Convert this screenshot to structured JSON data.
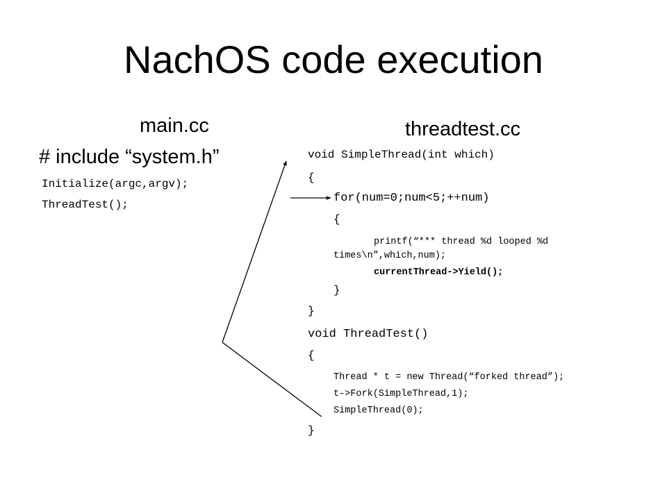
{
  "slide": {
    "title": "NachOS code execution",
    "main": {
      "heading": "main.cc",
      "include": "# include “system.h”",
      "lines": [
        "Initialize(argc,argv);",
        "ThreadTest();"
      ]
    },
    "threadtest": {
      "heading": "threadtest.cc",
      "lines": [
        "void SimpleThread(int which)",
        "{",
        "for(num=0;num<5;++num)",
        "{",
        "printf(“*** thread %d looped %d",
        "times\\n”,which,num);",
        "currentThread->Yield();",
        "}",
        "}",
        "void ThreadTest()",
        "{",
        "Thread * t = new Thread(“forked thread”);",
        "t->Fork(SimpleThread,1);",
        "SimpleThread(0);",
        "}"
      ]
    }
  }
}
